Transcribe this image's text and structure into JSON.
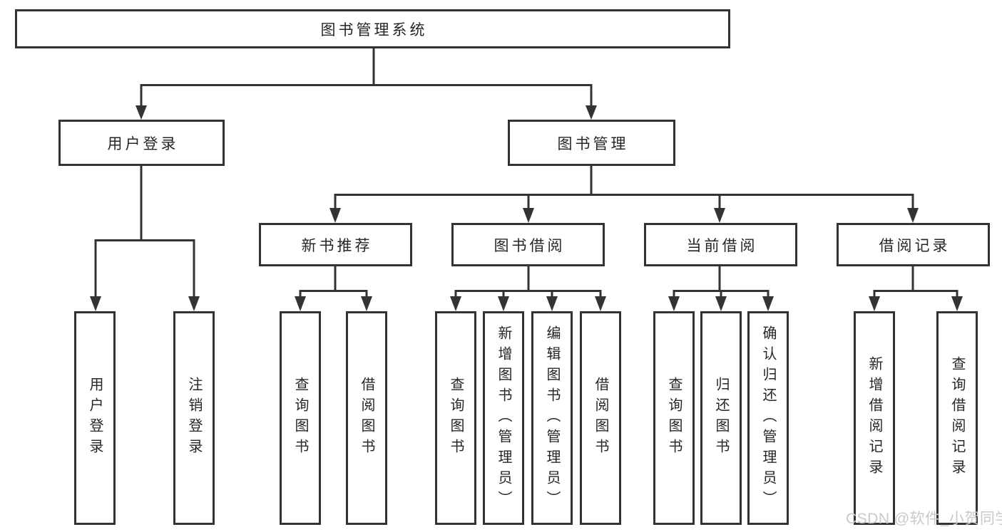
{
  "tree": {
    "root": "图书管理系统",
    "children": [
      {
        "label": "用户登录",
        "children": [
          {
            "label": "用户登录"
          },
          {
            "label": "注销登录"
          }
        ]
      },
      {
        "label": "图书管理",
        "children": [
          {
            "label": "新书推荐",
            "children": [
              {
                "label": "查询图书"
              },
              {
                "label": "借阅图书"
              }
            ]
          },
          {
            "label": "图书借阅",
            "children": [
              {
                "label": "查询图书"
              },
              {
                "label": "新增图书（管理员）"
              },
              {
                "label": "编辑图书（管理员）"
              },
              {
                "label": "借阅图书"
              }
            ]
          },
          {
            "label": "当前借阅",
            "children": [
              {
                "label": "查询图书"
              },
              {
                "label": "归还图书"
              },
              {
                "label": "确认归还（管理员）"
              }
            ]
          },
          {
            "label": "借阅记录",
            "children": [
              {
                "label": "新增借阅记录"
              },
              {
                "label": "查询借阅记录"
              }
            ]
          }
        ]
      }
    ]
  },
  "watermark": "CSDN @软件_小贺同学",
  "colors": {
    "line": "#333333",
    "box_border": "#333333",
    "box_fill": "#ffffff",
    "text": "#262626",
    "watermark": "#c9c9c9"
  }
}
